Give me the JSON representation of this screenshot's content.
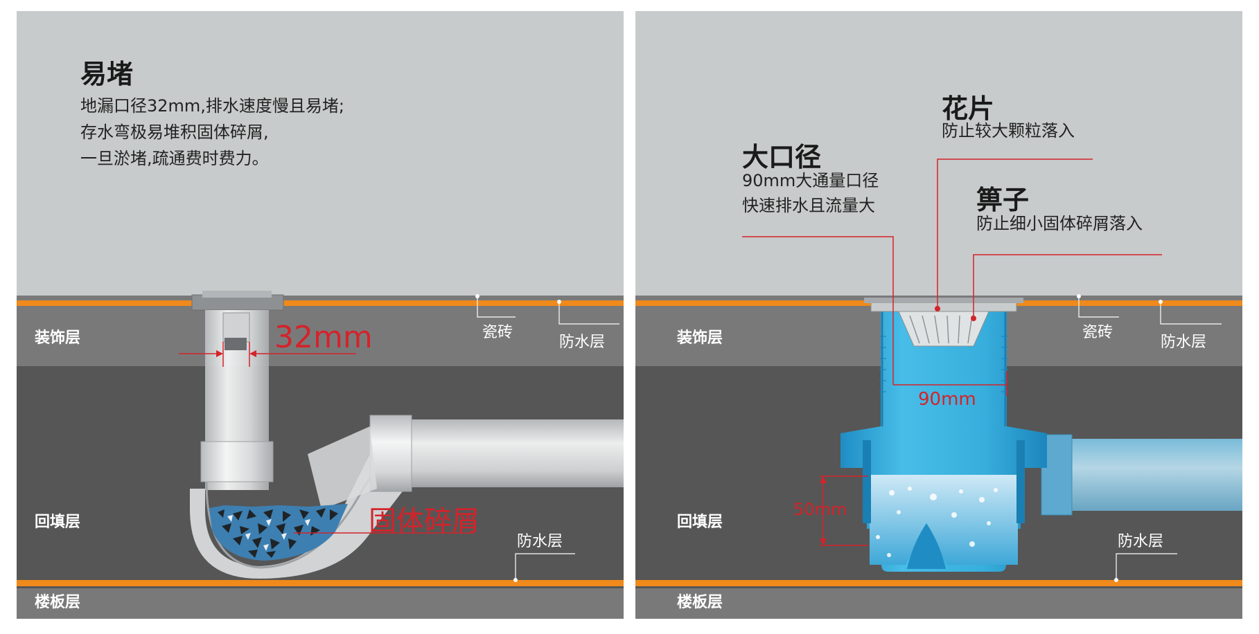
{
  "colors": {
    "sky": "#c8cbcb",
    "decor_layer": "#7a797a",
    "backfill_layer": "#565656",
    "floor_layer": "#7a797a",
    "orange": "#f08a1b",
    "accent_red": "#d4232a",
    "blue": "#2aa7d8"
  },
  "left": {
    "title": "易堵",
    "desc": [
      "地漏口径32mm,排水速度慢且易堵;",
      "存水弯极易堆积固体碎屑,",
      "一旦淤堵,疏通费时费力。"
    ],
    "dim_label": "32mm",
    "debris_label": "固体碎屑",
    "layer_decor": "装饰层",
    "layer_backfill": "回填层",
    "layer_floor": "楼板层",
    "tile_label": "瓷砖",
    "waterproof_top": "防水层",
    "waterproof_bottom": "防水层"
  },
  "right": {
    "callout1_title": "花片",
    "callout1_desc": "防止较大颗粒落入",
    "callout2_title": "大口径",
    "callout2_desc": [
      "90mm大通量口径",
      "快速排水且流量大"
    ],
    "callout3_title": "箅子",
    "callout3_desc": "防止细小固体碎屑落入",
    "dim_90": "90mm",
    "dim_50": "50mm",
    "layer_decor": "装饰层",
    "layer_backfill": "回填层",
    "layer_floor": "楼板层",
    "tile_label": "瓷砖",
    "waterproof_top": "防水层",
    "waterproof_bottom": "防水层"
  }
}
